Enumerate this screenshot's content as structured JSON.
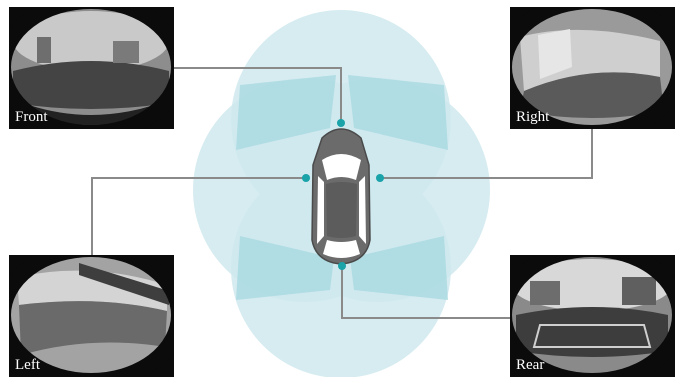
{
  "cameras": {
    "front": {
      "label": "Front"
    },
    "right": {
      "label": "Right"
    },
    "left": {
      "label": "Left"
    },
    "rear": {
      "label": "Rear"
    }
  },
  "colors": {
    "coverage": "#cfe9ee",
    "coverage_overlap": "#a6d8df",
    "camera_dot": "#1aa3a8",
    "connector": "#8a8a8a",
    "car_body": "#6b6b6b",
    "panel_bg": "#0b0b0b"
  }
}
